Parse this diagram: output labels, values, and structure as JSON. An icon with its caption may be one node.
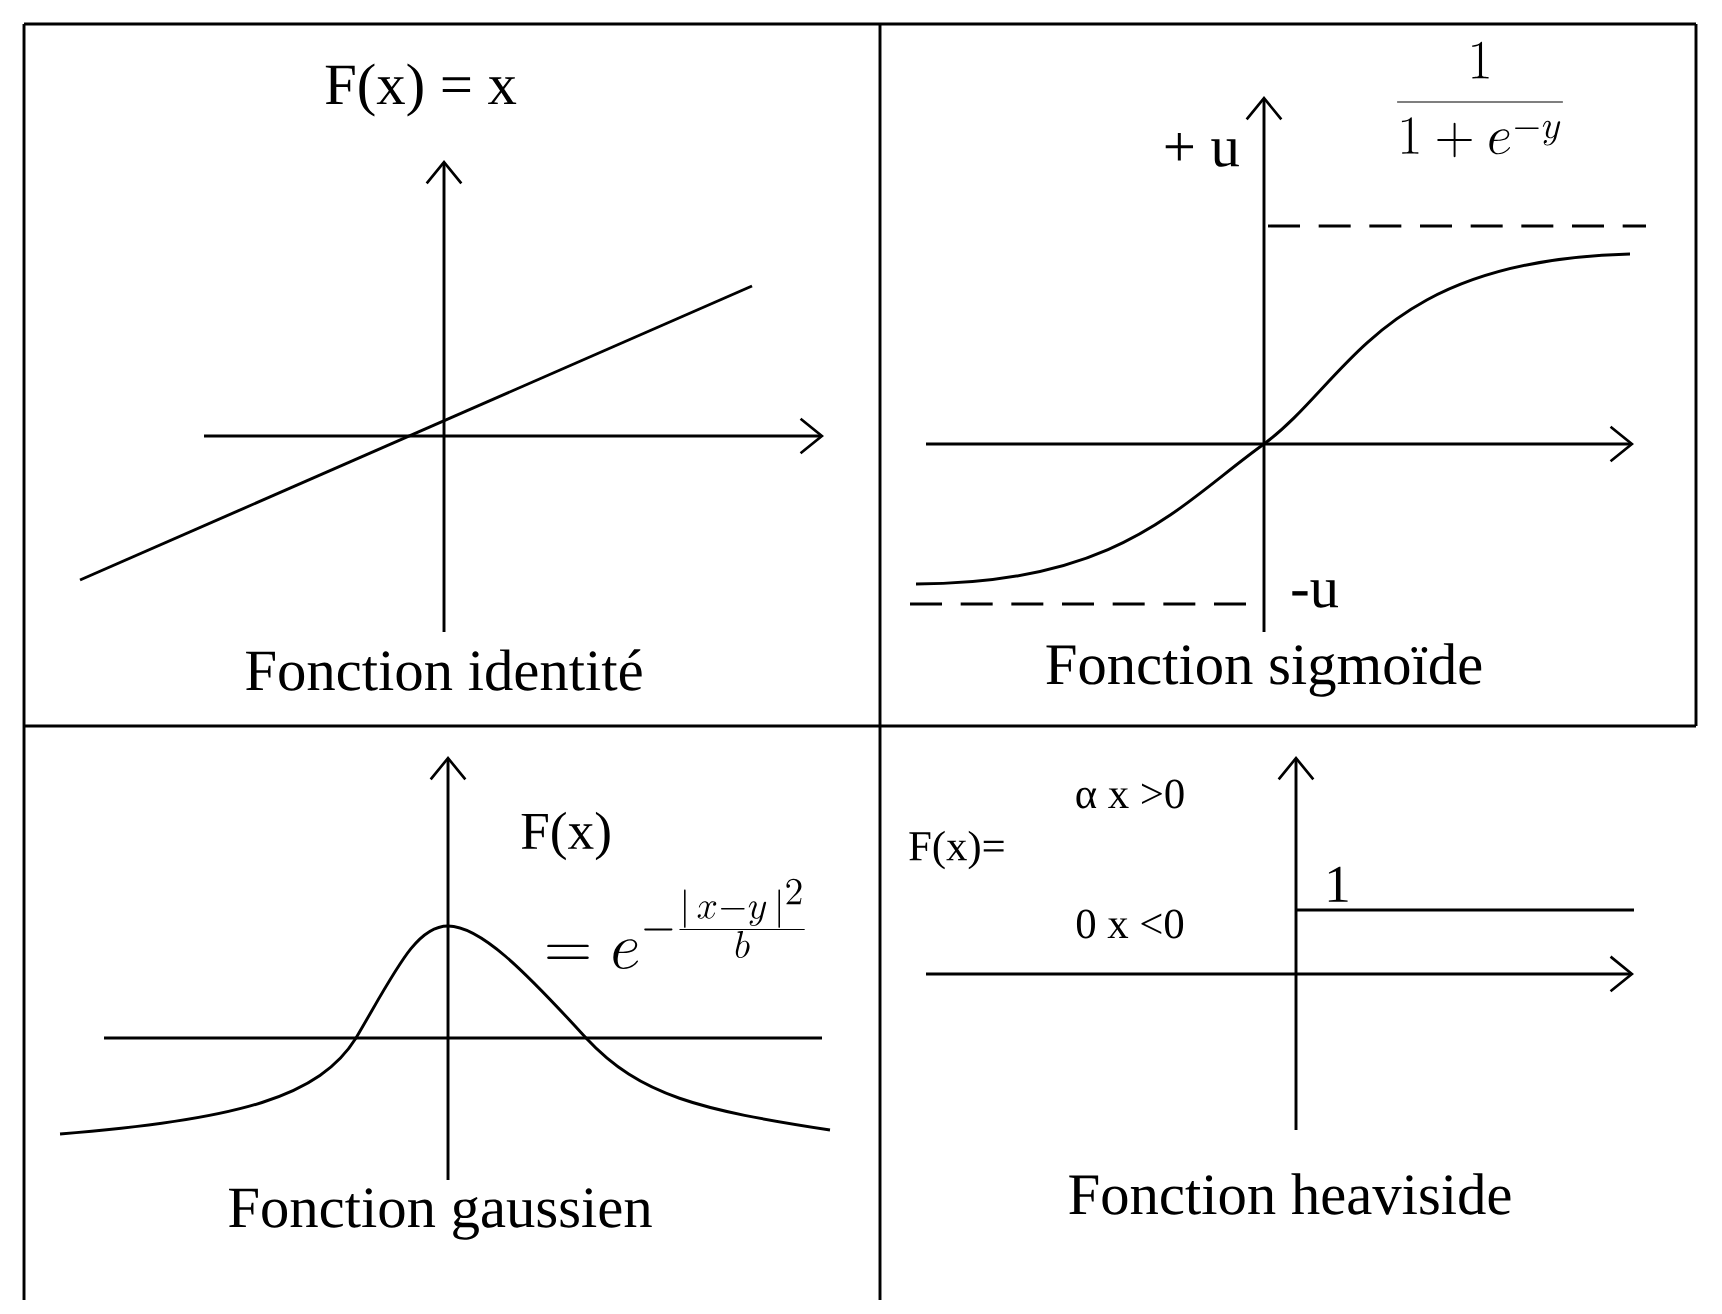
{
  "diagram": {
    "labels": [
      "F(x)  = x",
      "Fonction identité",
      "+ u",
      "\\frac{1}{1+e^{-y}}",
      "-u",
      "Fonction sigmoïde",
      "F(x)",
      "= e^{-\\frac{|\\,x-y\\,|^{2}}{b}}",
      "Fonction gaussien",
      "α  x >0",
      "F(x)=",
      "1",
      "0  x <0",
      "Fonction heaviside"
    ]
  }
}
